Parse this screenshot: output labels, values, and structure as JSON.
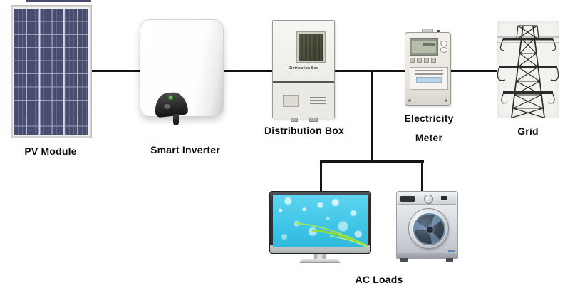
{
  "diagram": {
    "type": "solar-pv-system-flow",
    "labels": {
      "pv_module": "PV Module",
      "smart_inverter": "Smart Inverter",
      "distribution_box": "Distribution Box",
      "electricity_meter_line1": "Electricity",
      "electricity_meter_line2": "Meter",
      "grid": "Grid",
      "ac_loads": "AC Loads"
    },
    "device_markings": {
      "distribution_box_print": "Distribution Box"
    },
    "connections": [
      {
        "from": "pv-module",
        "to": "smart-inverter"
      },
      {
        "from": "smart-inverter",
        "to": "distribution-box"
      },
      {
        "from": "distribution-box",
        "to": "electricity-meter"
      },
      {
        "from": "electricity-meter",
        "to": "grid"
      },
      {
        "from": "distribution-box-to-meter-line",
        "to": "ac-loads-branch"
      },
      {
        "from": "ac-loads-branch",
        "to": "tv"
      },
      {
        "from": "ac-loads-branch",
        "to": "washing-machine"
      }
    ],
    "colors": {
      "background": "#ffffff",
      "connector_line": "#141414",
      "label_text": "#0d0d0d",
      "pv_cell_blue": "#484c6e",
      "inverter_led_green": "#5fd44c",
      "tv_screen_cyan": "#3fc5e7",
      "tv_swoosh_green": "#8edb3f",
      "washer_drum_blue": "#394453"
    }
  }
}
